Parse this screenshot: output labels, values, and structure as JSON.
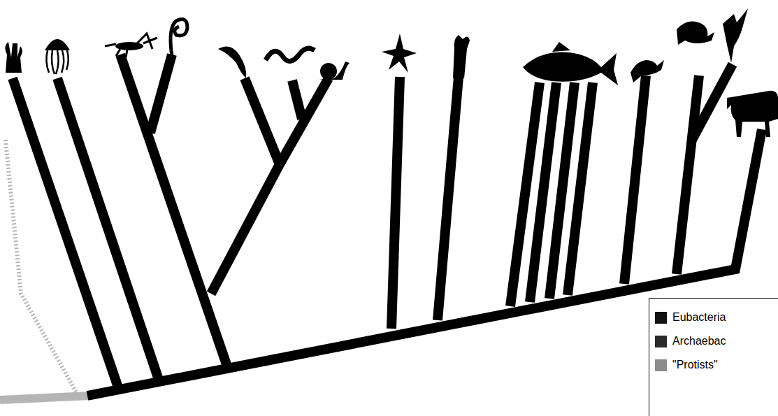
{
  "diagram": {
    "legend": [
      {
        "text": "Eubacteria",
        "color": "#111111"
      },
      {
        "text": "Archaebac",
        "color": "#2a2a2a"
      },
      {
        "text": "\"Protists\"",
        "color": "#8c8c8c"
      }
    ]
  }
}
